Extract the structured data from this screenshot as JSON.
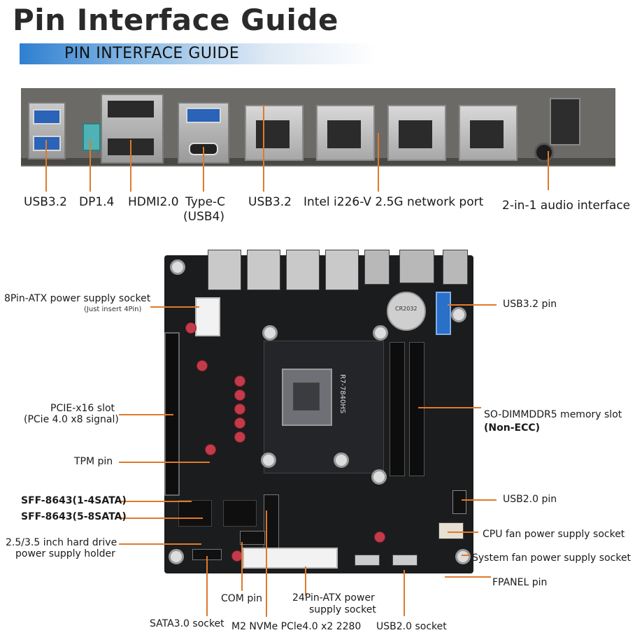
{
  "title": "Pin Interface Guide",
  "subtitle": "PIN INTERFACE GUIDE",
  "io_labels": {
    "usb32_left": "USB3.2",
    "dp": "DP1.4",
    "hdmi": "HDMI2.0",
    "typec": "Type-C",
    "typec_sub": "(USB4)",
    "usb32_right": "USB3.2",
    "lan": "Intel i226-V 2.5G network port",
    "audio": "2-in-1 audio interface"
  },
  "board_labels": {
    "atx8": "8Pin-ATX power supply socket",
    "atx8_note": "(Just insert 4Pin)",
    "pcie": "PCIE-x16 slot",
    "pcie_sub": "(PCie 4.0 x8 signal)",
    "tpm": "TPM pin",
    "sff1": "SFF-8643(1-4SATA)",
    "sff2": "SFF-8643(5-8SATA)",
    "hdd": "2.5/3.5 inch hard drive",
    "hdd_sub": "power supply holder",
    "com": "COM pin",
    "sata": "SATA3.0 socket",
    "m2": "M2 NVMe PCle4.0 x2 2280",
    "atx24": "24Pin-ATX power",
    "atx24_sub": "supply socket",
    "usb20_socket": "USB2.0 socket",
    "usb32_pin": "USB3.2 pin",
    "sodimm": "SO-DIMMDDR5 memory slot",
    "sodimm_sub": "(Non-ECC)",
    "usb20_pin": "USB2.0 pin",
    "cpu_fan": "CPU fan power supply socket",
    "sys_fan": "System fan power supply socket",
    "fpanel": "FPANEL pin"
  },
  "chip_text": {
    "cpu_label": "R7-7840HS",
    "battery": "CR2032"
  },
  "colors": {
    "accent_line": "#e07a2a",
    "banner_start": "#2f7fd0",
    "board": "#1b1c1e",
    "usb_blue": "#2a63b8"
  }
}
